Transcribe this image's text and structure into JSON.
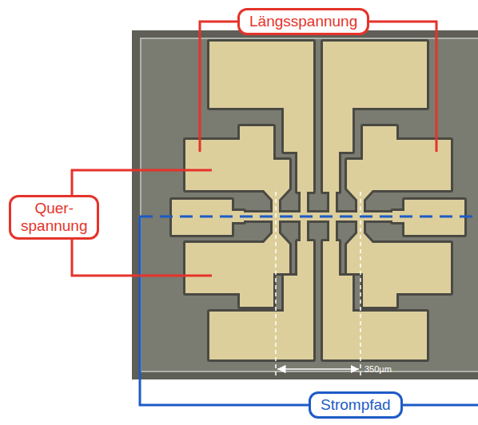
{
  "diagram": {
    "nodes": [
      {
        "text": [
          "Längsspannung"
        ]
      },
      {
        "text": [
          "Quer- spannung"
        ]
      },
      {
        "text": [
          "Strompfad"
        ]
      }
    ],
    "labels": [
      "350µm"
    ]
  }
}
